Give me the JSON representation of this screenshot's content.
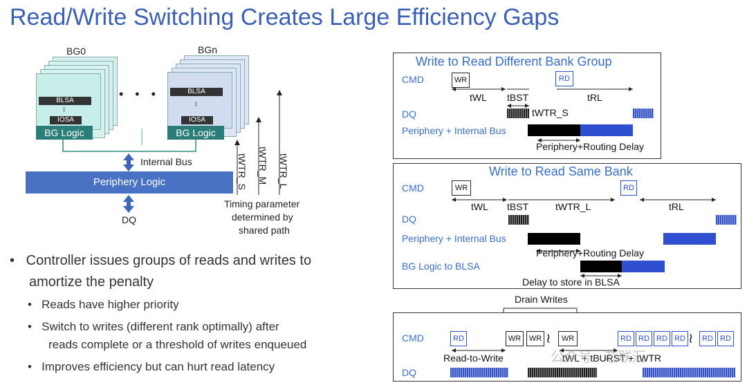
{
  "slide_title": "Read/Write Switching Creates Large Efficiency Gaps",
  "left_diagram": {
    "bg0_label": "BG0",
    "bgn_label": "BGn",
    "dots": "• • •",
    "blsa": "BLSA",
    "iosa": "IOSA",
    "bg_logic": "BG Logic",
    "internal_bus": "Internal Bus",
    "periphery_logic": "Periphery Logic",
    "dq": "DQ",
    "twtr_s": "tWTR_S",
    "twtr_m": "tWTR_M",
    "twtr_l": "tWTR_L",
    "timing_note_1": "Timing parameter",
    "timing_note_2": "determined by",
    "timing_note_3": "shared path"
  },
  "bullets": {
    "main": "Controller issues groups of reads and writes to",
    "main_cont": "amortize the penalty",
    "sub1": "Reads have higher priority",
    "sub2": "Switch to writes (different rank optimally) after",
    "sub2_cont": "reads complete or a threshold of writes enqueued",
    "sub3": "Improves efficiency but can hurt read latency"
  },
  "panel1": {
    "title": "Write to Read Different  Bank Group",
    "cmd": "CMD",
    "dq": "DQ",
    "periphery": "Periphery + Internal Bus",
    "wr": "WR",
    "rd": "RD",
    "twl": "tWL",
    "tbst": "tBST",
    "trl": "tRL",
    "twtr_s": "tWTR_S",
    "delay": "Periphery+Routing Delay"
  },
  "panel2": {
    "title": "Write to Read Same Bank",
    "cmd": "CMD",
    "dq": "DQ",
    "periphery": "Periphery + Internal Bus",
    "bg_logic": "BG Logic to BLSA",
    "wr": "WR",
    "rd": "RD",
    "twl": "tWL",
    "tbst": "tBST",
    "twtr_l": "tWTR_L",
    "trl": "tRL",
    "delay": "Periphery+Routing Delay",
    "store": "Delay to store in BLSA"
  },
  "panel3": {
    "drain": "Drain Writes",
    "cmd": "CMD",
    "dq": "DQ",
    "rd": "RD",
    "wr": "WR",
    "read_to_write": "Read-to-Write",
    "twl_formula": "tWL + tBURST + tWTR"
  },
  "watermark": "公众号 · 芯联汇",
  "colors": {
    "title_blue": "#3a5fb5",
    "accent_blue": "#2f4fd0",
    "teal": "#2b7d7a",
    "periphery": "#4a72c4"
  }
}
